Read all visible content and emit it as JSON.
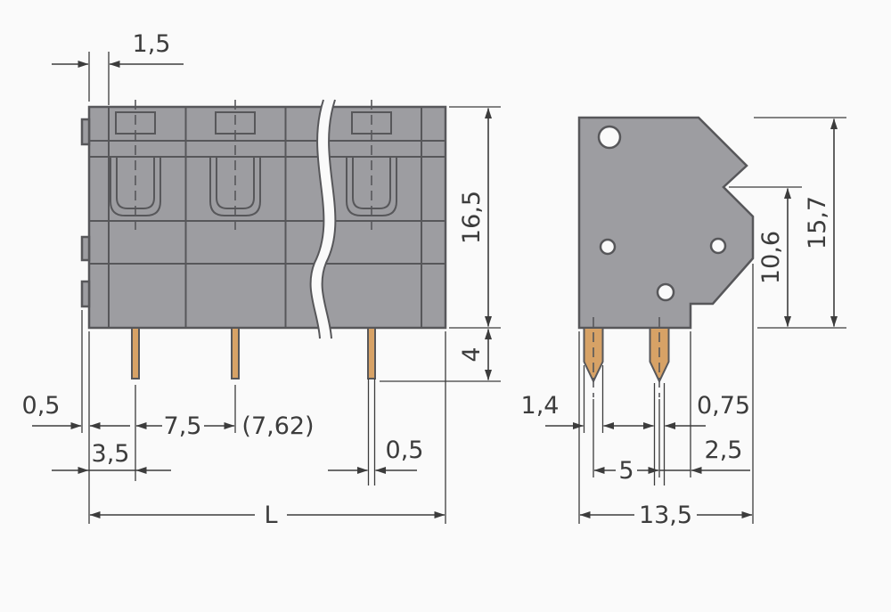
{
  "drawing": {
    "title": "terminal-block-dimensional-drawing",
    "front_view": {
      "dim_top_wall": "1,5",
      "dim_height": "16,5",
      "dim_pin_length": "4",
      "dim_tab_depth": "0,5",
      "dim_pitch": "7,5",
      "dim_pitch_inch": "(7,62)",
      "dim_first_pole_offset": "3,5",
      "dim_pin_width": "0,5",
      "dim_total_length": "L"
    },
    "side_view": {
      "dim_total_height": "15,7",
      "dim_body_height": "10,6",
      "dim_pin_width": "1,4",
      "dim_pin_thickness": "0,75",
      "dim_pin_spacing": "5",
      "dim_rear_offset": "2,5",
      "dim_total_depth": "13,5"
    },
    "colors": {
      "body": "#9d9da1",
      "outline": "#57575a",
      "pin": "#d7a266",
      "dimension": "#3c3c3c",
      "background": "#fafafa"
    }
  }
}
